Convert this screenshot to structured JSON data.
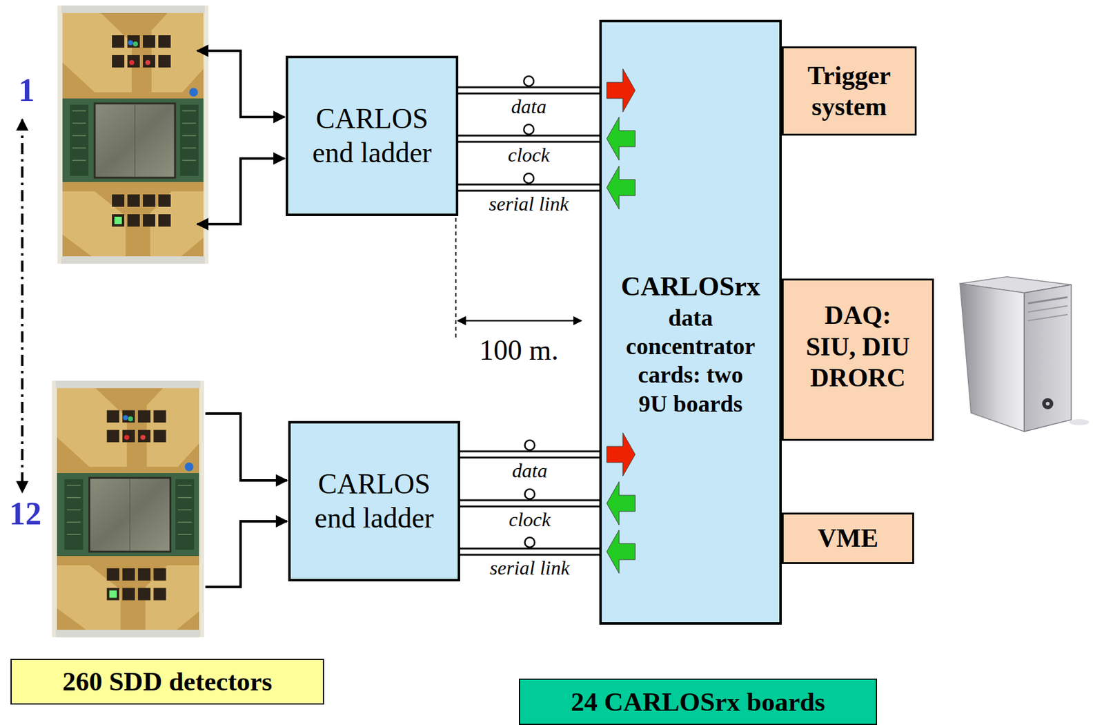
{
  "diagram": {
    "nodes": [
      {
        "text": [
          "CARLOS end ladder"
        ]
      },
      {
        "text": [
          "CARLOSrx",
          "data concentrator cards: two 9U boards"
        ]
      },
      {
        "text": [
          "Trigger system"
        ]
      },
      {
        "text": [
          "DAQ:",
          "SIU, DIU DRORC"
        ]
      },
      {
        "text": [
          "VME"
        ]
      },
      {
        "text": [
          "CARLOS end ladder"
        ]
      },
      {
        "text": [
          "260 SDD detectors"
        ]
      },
      {
        "text": [
          "24 CARLOSrx boards"
        ]
      }
    ],
    "edges": [
      {
        "from": 0,
        "to": 1,
        "label": "data",
        "arrow": "to"
      },
      {
        "from": 1,
        "to": 0,
        "label": "clock",
        "arrow": "to"
      },
      {
        "from": 1,
        "to": 0,
        "label": "serial link",
        "arrow": "to"
      },
      {
        "from": 5,
        "to": 1,
        "label": "data",
        "arrow": "to"
      },
      {
        "from": 1,
        "to": 5,
        "label": "clock",
        "arrow": "to"
      },
      {
        "from": 1,
        "to": 5,
        "label": "serial link",
        "arrow": "to"
      }
    ],
    "labels": [
      "1",
      "12",
      "100 m."
    ]
  }
}
